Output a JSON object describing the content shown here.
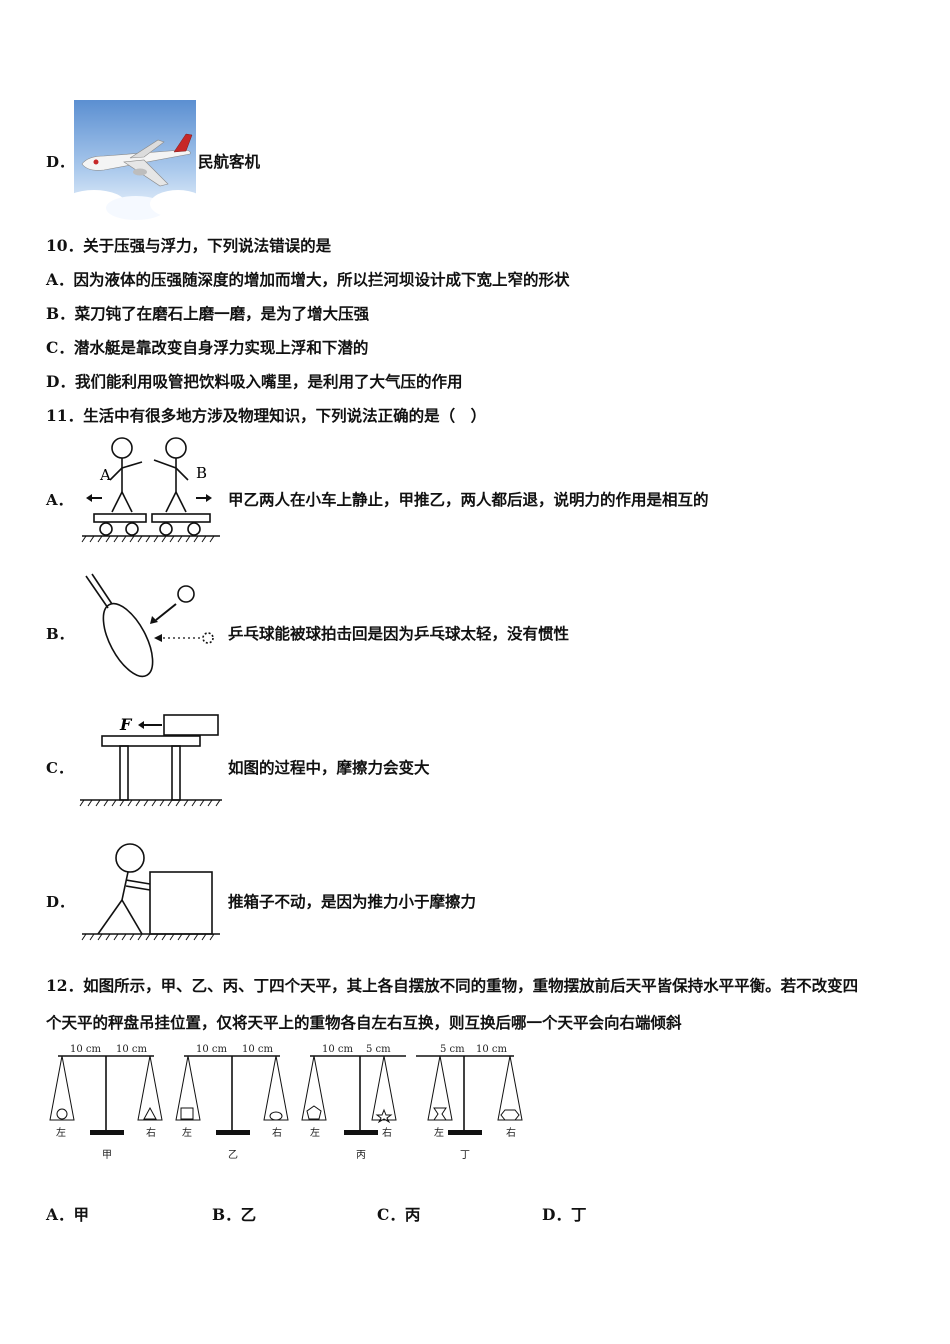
{
  "q9": {
    "optD_label": "D．",
    "optD_text": "民航客机"
  },
  "q10": {
    "stem": "10．关于压强与浮力，下列说法错误的是",
    "options": [
      "A．因为液体的压强随深度的增加而增大，所以拦河坝设计成下宽上窄的形状",
      "B．菜刀钝了在磨石上磨一磨，是为了增大压强",
      "C．潜水艇是靠改变自身浮力实现上浮和下潜的",
      "D．我们能利用吸管把饮料吸入嘴里，是利用了大气压的作用"
    ]
  },
  "q11": {
    "stem": "11．生活中有很多地方涉及物理知识，下列说法正确的是（　）",
    "options": [
      {
        "label": "A．",
        "text": "甲乙两人在小车上静止，甲推乙，两人都后退，说明力的作用是相互的",
        "fig_a": "A",
        "fig_b": "B"
      },
      {
        "label": "B．",
        "text": "乒乓球能被球拍击回是因为乒乓球太轻，没有惯性"
      },
      {
        "label": "C．",
        "text": "如图的过程中，摩擦力会变大",
        "force": "F"
      },
      {
        "label": "D．",
        "text": "推箱子不动，是因为推力小于摩擦力"
      }
    ]
  },
  "q12": {
    "stem_line1": "12．如图所示，甲、乙、丙、丁四个天平，其上各自摆放不同的重物，重物摆放前后天平皆保持水平平衡。若不改变四",
    "stem_line2": "个天平的秤盘吊挂位置，仅将天平上的重物各自左右互换，则互换后哪一个天平会向右端倾斜",
    "balances": [
      {
        "left_arm": "10 cm",
        "right_arm": "10 cm",
        "left": "左",
        "right": "右",
        "name": "甲"
      },
      {
        "left_arm": "10 cm",
        "right_arm": "10 cm",
        "left": "左",
        "right": "右",
        "name": "乙"
      },
      {
        "left_arm": "10 cm",
        "right_arm": "5 cm",
        "left": "左",
        "right": "右",
        "name": "丙"
      },
      {
        "left_arm": "5 cm",
        "right_arm": "10 cm",
        "left": "左",
        "right": "右",
        "name": "丁"
      }
    ],
    "options": [
      "A．甲",
      "B．乙",
      "C．丙",
      "D．丁"
    ]
  }
}
